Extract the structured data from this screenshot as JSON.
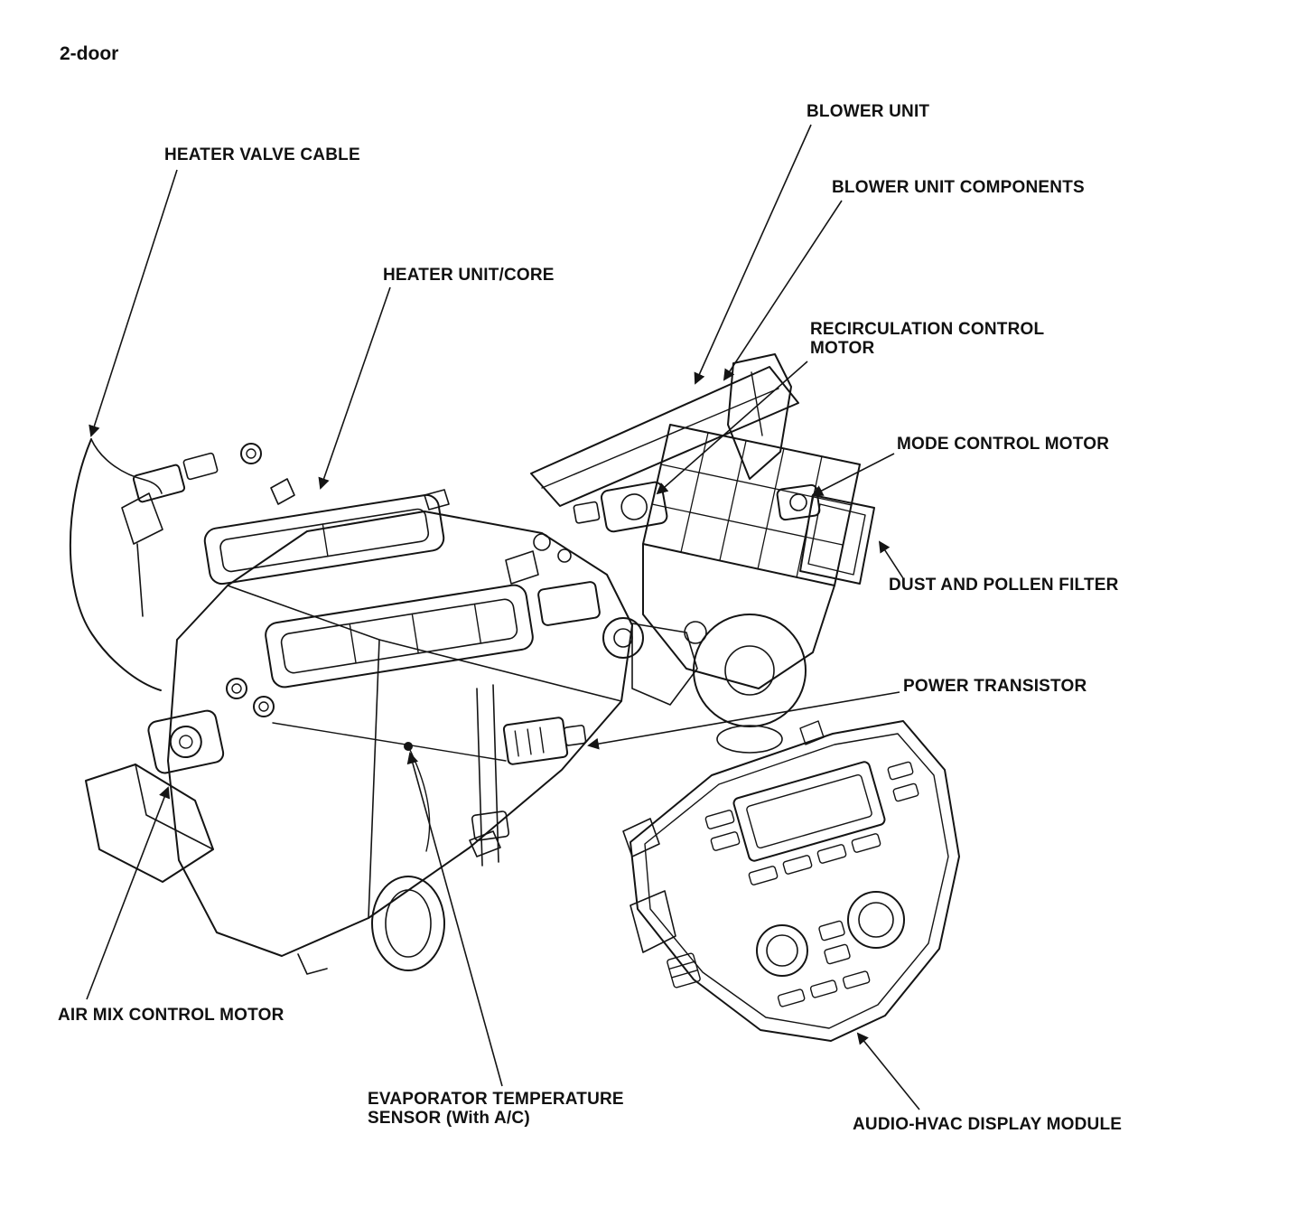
{
  "page": {
    "background": "#ffffff",
    "ink_color": "#141414",
    "variant_label": "2-door"
  },
  "diagram": {
    "type": "exploded-parts-diagram",
    "callouts": [
      {
        "id": "blower-unit",
        "label": "BLOWER UNIT"
      },
      {
        "id": "heater-valve-cable",
        "label": "HEATER VALVE CABLE"
      },
      {
        "id": "blower-unit-components",
        "label": "BLOWER UNIT COMPONENTS"
      },
      {
        "id": "heater-unit-core",
        "label": "HEATER UNIT/CORE"
      },
      {
        "id": "recirculation-control-motor",
        "label": "RECIRCULATION CONTROL\nMOTOR"
      },
      {
        "id": "mode-control-motor",
        "label": "MODE CONTROL MOTOR"
      },
      {
        "id": "dust-and-pollen-filter",
        "label": "DUST AND POLLEN FILTER"
      },
      {
        "id": "power-transistor",
        "label": "POWER TRANSISTOR"
      },
      {
        "id": "air-mix-control-motor",
        "label": "AIR MIX CONTROL MOTOR"
      },
      {
        "id": "evaporator-temperature-sensor",
        "label": "EVAPORATOR TEMPERATURE\nSENSOR (With A/C)"
      },
      {
        "id": "audio-hvac-display-module",
        "label": "AUDIO-HVAC DISPLAY MODULE"
      }
    ]
  }
}
